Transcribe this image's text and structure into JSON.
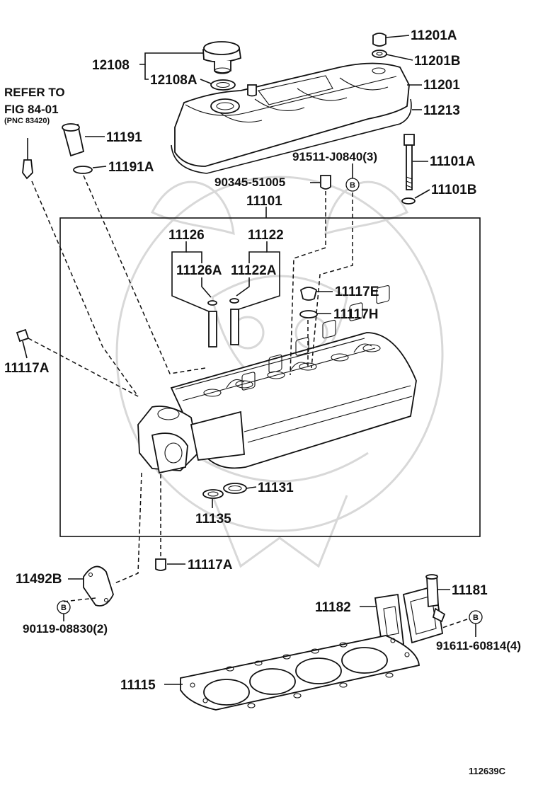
{
  "figure_id": "112639C",
  "refer": {
    "line1": "REFER TO",
    "line2": "FIG 84-01",
    "line3": "(PNC 83420)"
  },
  "bolt_marker": "B",
  "parts": {
    "p12108": "12108",
    "p12108A": "12108A",
    "p11201A": "11201A",
    "p11201B": "11201B",
    "p11201": "11201",
    "p11213": "11213",
    "p11191": "11191",
    "p11191A": "11191A",
    "p91511": "91511-J0840(3)",
    "p11101A": "11101A",
    "p90345": "90345-51005",
    "p11101B": "11101B",
    "p11101": "11101",
    "p11126": "11126",
    "p11122": "11122",
    "p11126A": "11126A",
    "p11122A": "11122A",
    "p11117E": "11117E",
    "p11117H": "11117H",
    "p11117A_left": "11117A",
    "p11131": "11131",
    "p11135": "11135",
    "p11117A_bottom": "11117A",
    "p11492B": "11492B",
    "p90119": "90119-08830(2)",
    "p11181": "11181",
    "p11182": "11182",
    "p91611": "91611-60814(4)",
    "p11115": "11115"
  }
}
